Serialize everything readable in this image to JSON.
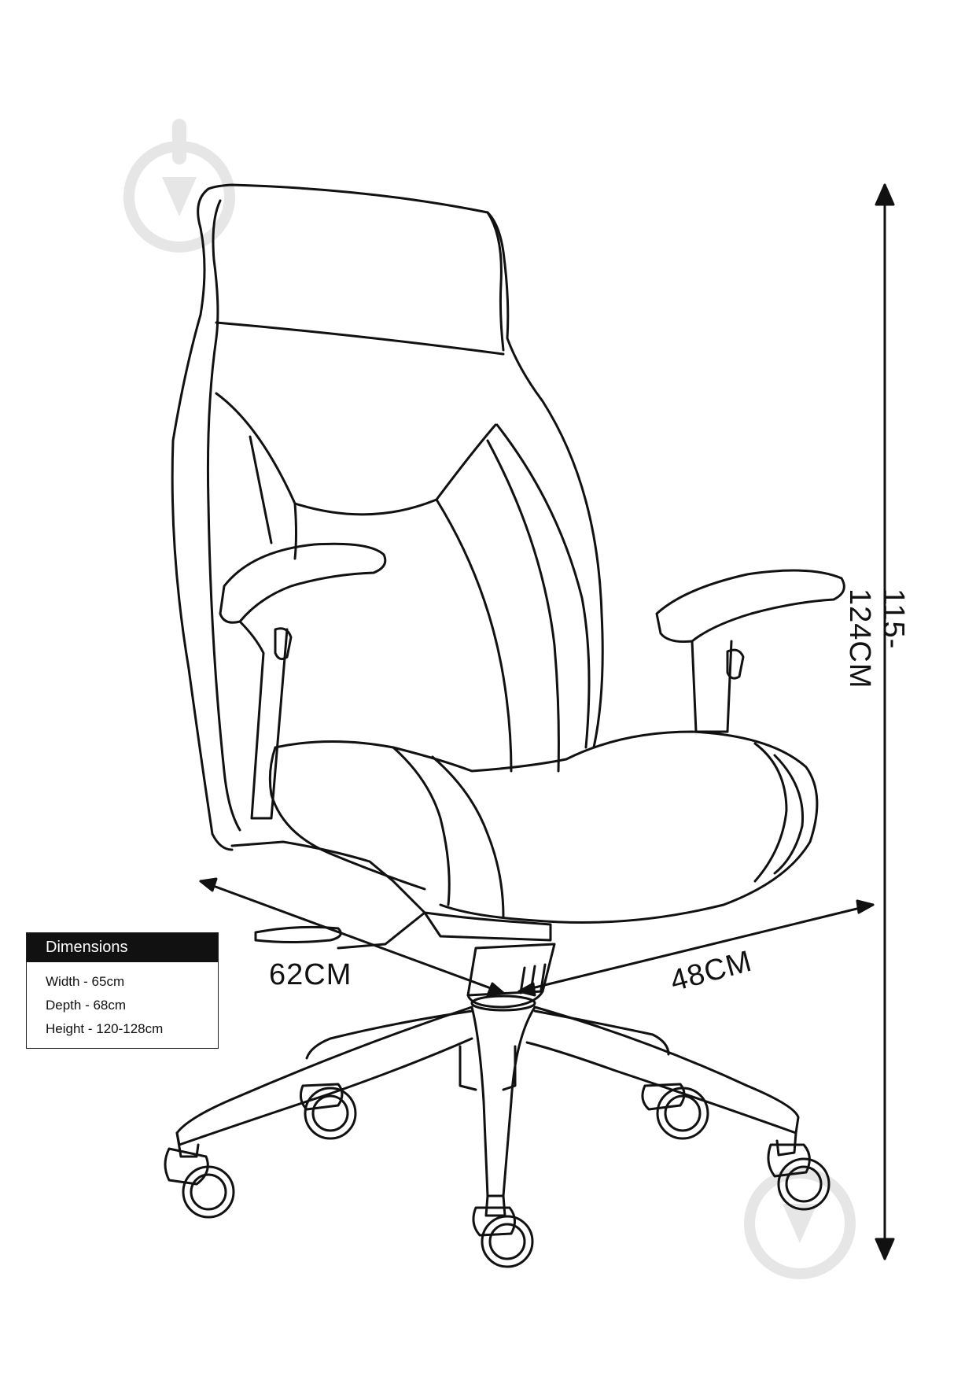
{
  "dimensions_box": {
    "title": "Dimensions",
    "rows": [
      "Width - 65cm",
      "Depth - 68cm",
      "Height - 120-128cm"
    ]
  },
  "labels": {
    "depth": "62CM",
    "width": "48CM",
    "height": "115-124CM"
  },
  "watermark_icon": "pin-circle-icon",
  "colors": {
    "line": "#111111",
    "watermark": "#e6e6e6"
  }
}
